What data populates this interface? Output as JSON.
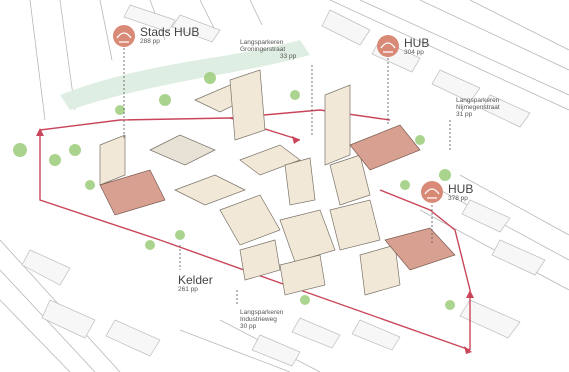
{
  "hubs": [
    {
      "id": "stads-hub",
      "title": "Stads HUB",
      "count": "288 pp"
    },
    {
      "id": "hub-north-east",
      "title": "HUB",
      "count": "304 pp"
    },
    {
      "id": "hub-east",
      "title": "HUB",
      "count": "378 pp"
    }
  ],
  "basement": {
    "title": "Kelder",
    "count": "261 pp"
  },
  "street_parking": [
    {
      "id": "groningerstraat",
      "line1": "Langsparkeren",
      "line2": "Groningerstraat",
      "count": "33 pp"
    },
    {
      "id": "nijmegenstraat",
      "line1": "Langsparkeren",
      "line2": "Nijmegenstraat",
      "count": "31 pp"
    },
    {
      "id": "industrieweg",
      "line1": "Langsparkeren",
      "line2": "Industrieweg",
      "count": "30 pp"
    }
  ],
  "colors": {
    "route": "#c9465a",
    "hub_marker": "#d98a76",
    "building_highlight": "#d7a090",
    "building_light": "#f2e8d8",
    "tree": "#9ccc7a",
    "water": "#dfeee2",
    "street_lines": "#b8b8b8"
  }
}
